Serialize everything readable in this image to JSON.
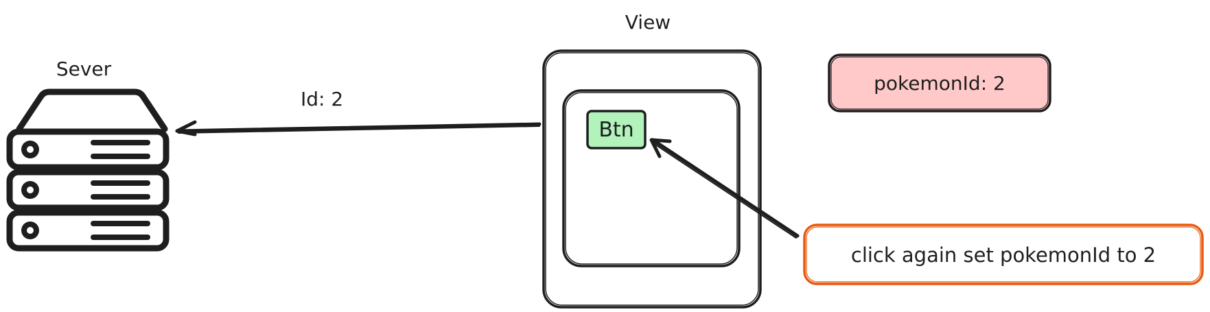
{
  "server": {
    "label": "Sever",
    "icon": "server-icon"
  },
  "arrow_to_server": {
    "label": "Id: 2"
  },
  "view": {
    "label": "View",
    "button": {
      "label": "Btn",
      "fill_color": "#b2f2bb"
    }
  },
  "state_box": {
    "text": "pokemonId: 2",
    "fill_color": "#ffc9c9"
  },
  "note": {
    "text": "click again set pokemonId to 2",
    "border_color": "#e8590c"
  },
  "colors": {
    "stroke": "#1e1e1e",
    "background": "#ffffff"
  }
}
